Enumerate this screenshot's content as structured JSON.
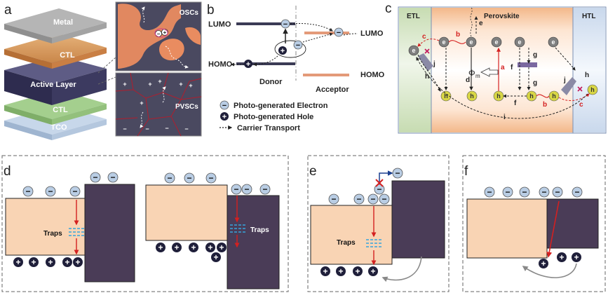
{
  "panels": {
    "a": {
      "label": "a",
      "layers": [
        "Metal",
        "CTL",
        "Active Layer",
        "CTL",
        "TCO"
      ],
      "insets": [
        "OSCs",
        "PVSCs"
      ]
    },
    "b": {
      "label": "b",
      "donor_lumo": "LUMO",
      "donor_homo": "HOMO",
      "acceptor_lumo": "LUMO",
      "acceptor_homo": "HOMO",
      "donor": "Donor",
      "acceptor": "Acceptor",
      "legend": {
        "electron": "Photo-generated Electron",
        "hole": "Photo-generated Hole",
        "transport": "Carrier Transport"
      }
    },
    "c": {
      "label": "c",
      "etl": "ETL",
      "perovskite": "Perovskite",
      "htl": "HTL",
      "e_symbol": "e",
      "h_symbol": "h",
      "phi": "Φ",
      "phi_sub": "m",
      "paths": [
        "a",
        "b",
        "b",
        "c",
        "c",
        "d",
        "e",
        "f",
        "f",
        "g",
        "g",
        "h",
        "h",
        "i",
        "j",
        "j"
      ]
    },
    "d": {
      "label": "d",
      "traps": "Traps"
    },
    "e": {
      "label": "e",
      "traps": "Traps"
    },
    "f": {
      "label": "f"
    }
  },
  "signs": {
    "minus": "−",
    "plus": "+"
  },
  "colors": {
    "perovskite_fill": "#f9d4b4",
    "dark_block": "#4a3c57",
    "electron": "#b9cde4",
    "hole": "#1f1f3a",
    "recombination": "#e0281e",
    "trap": "#36a3dc"
  }
}
